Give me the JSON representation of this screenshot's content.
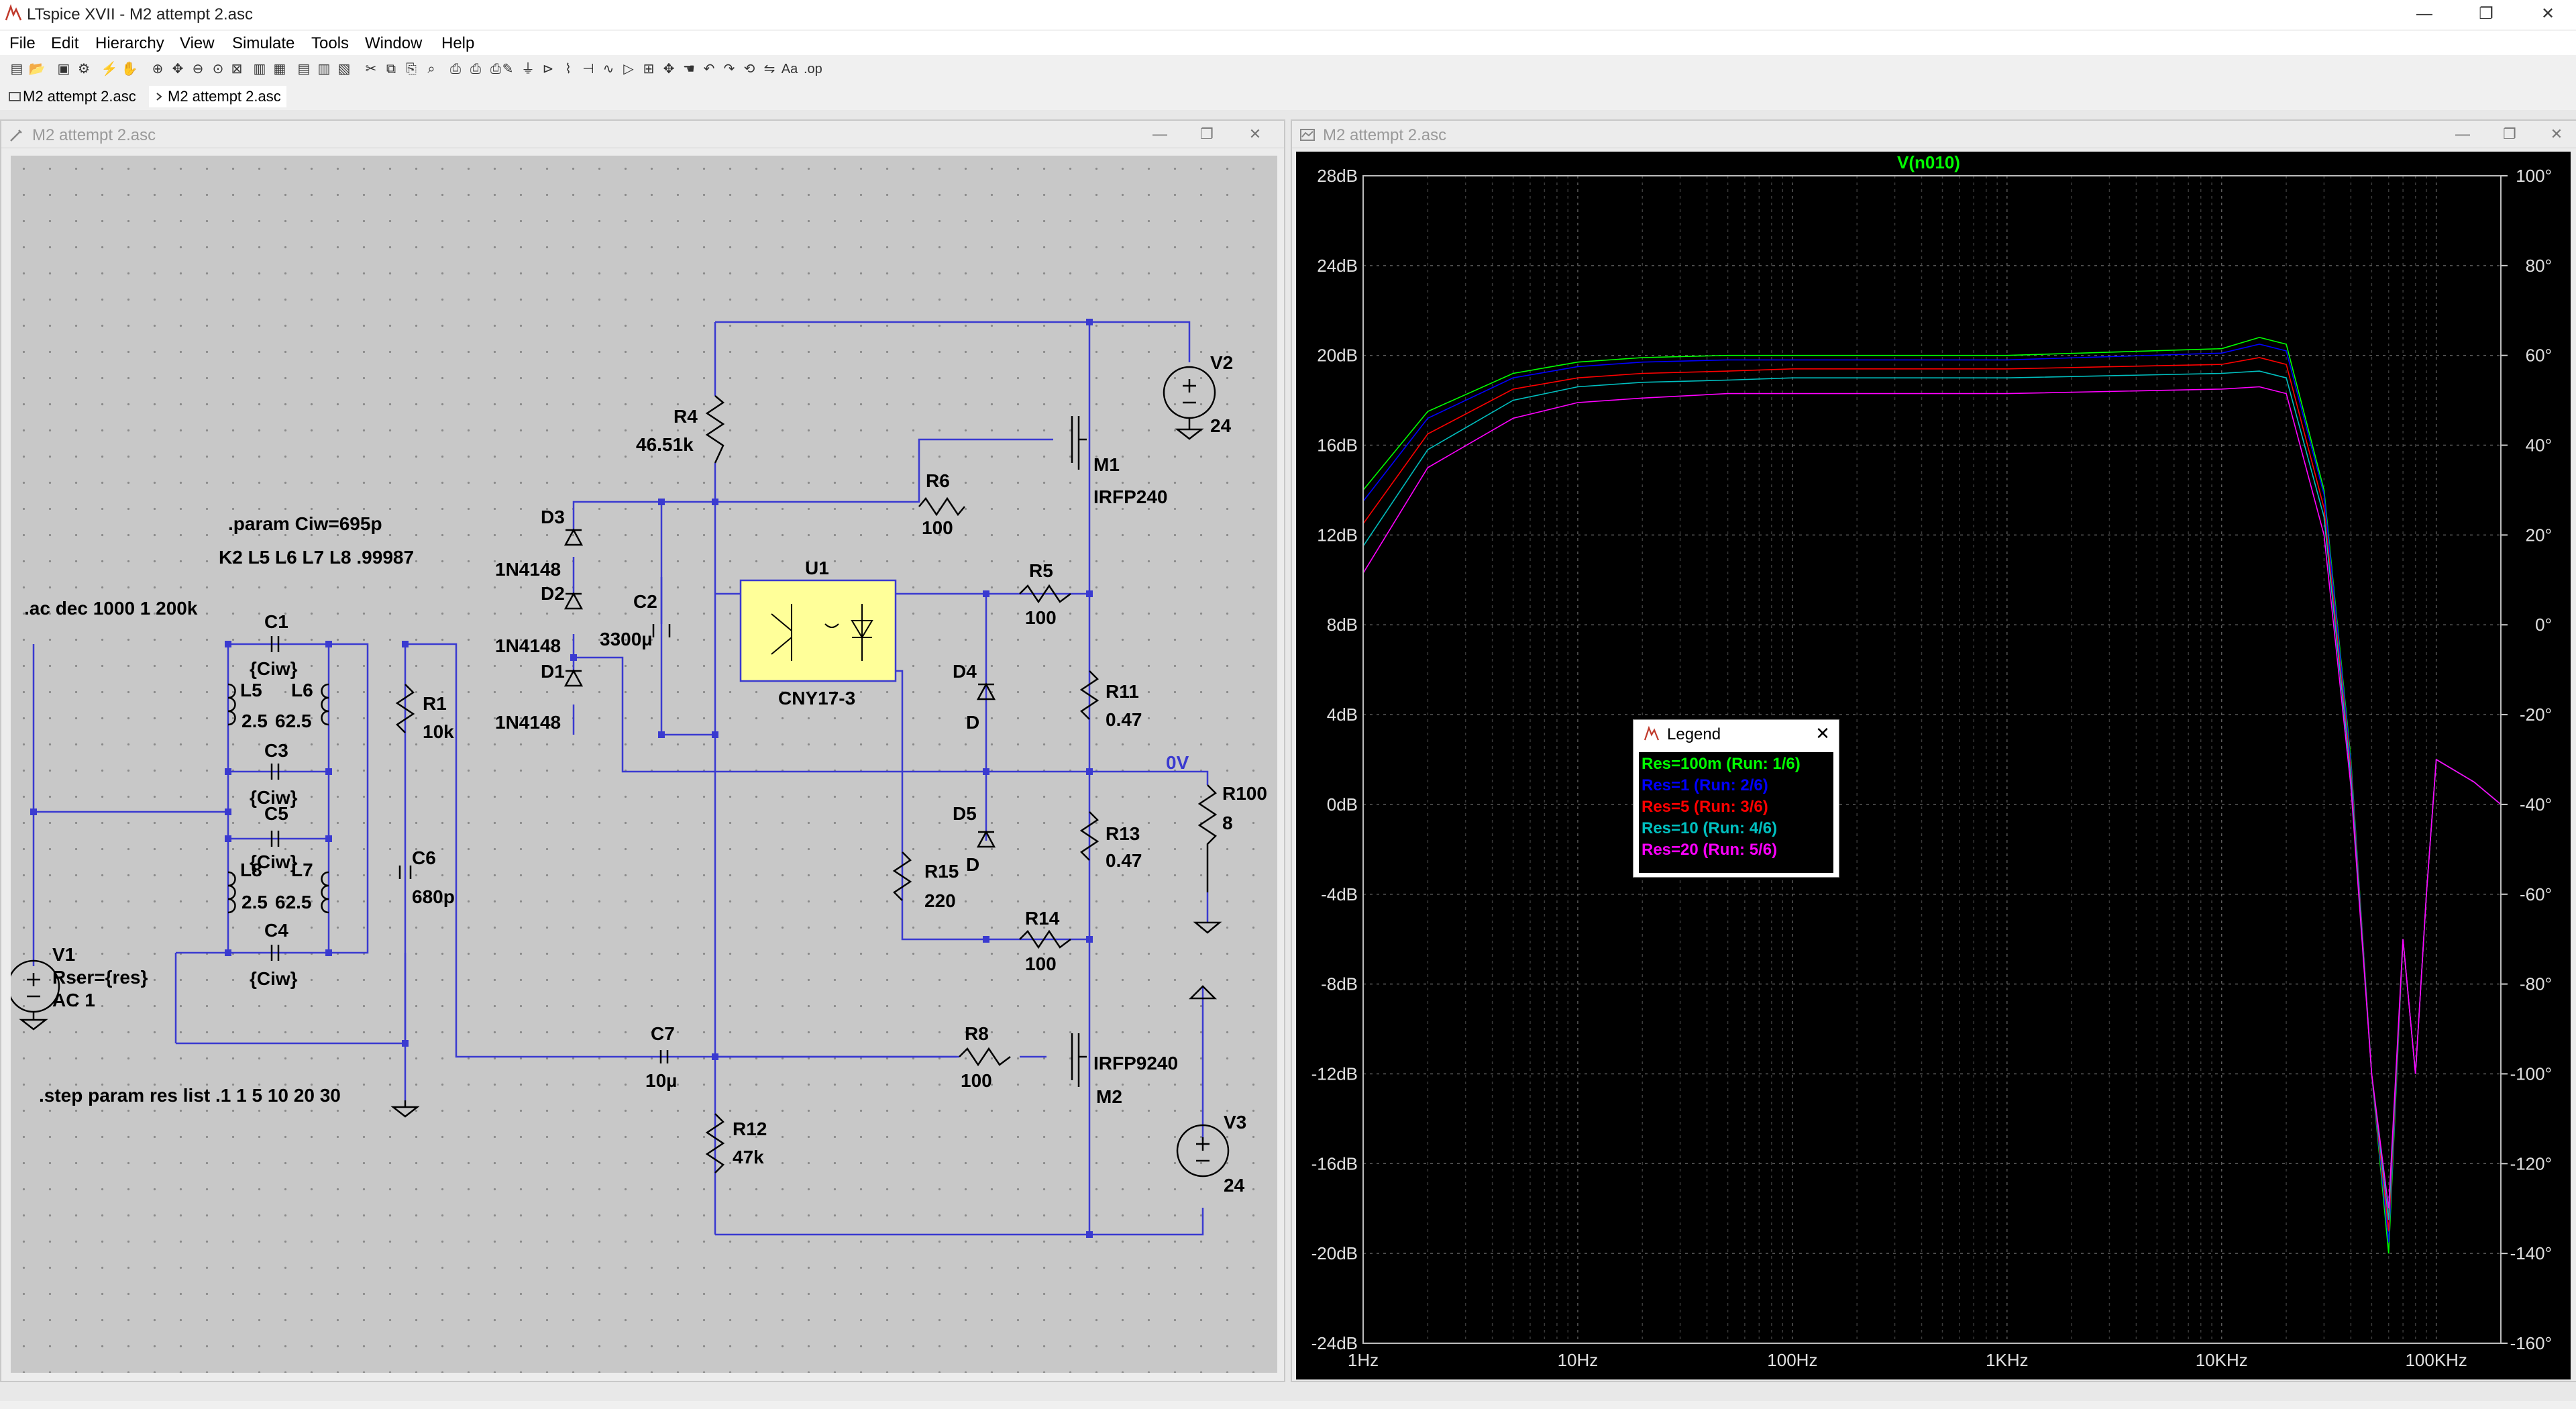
{
  "window": {
    "title": "LTspice XVII - M2 attempt 2.asc",
    "minimize": "—",
    "maximize": "❐",
    "close": "✕"
  },
  "menu": [
    "File",
    "Edit",
    "Hierarchy",
    "View",
    "Simulate",
    "Tools",
    "Window",
    "Help"
  ],
  "tabs": [
    {
      "label": "M2 attempt 2.asc",
      "icon": "schematic-icon"
    },
    {
      "label": "M2 attempt 2.asc",
      "icon": "waveform-icon"
    }
  ],
  "schematic": {
    "title": "M2 attempt 2.asc",
    "directives": {
      "param": ".param Ciw=695p",
      "coupling": "K2 L5 L6 L7 L8 .99987",
      "ac": ".ac dec 1000 1 200k",
      "step": ".step param res list .1 1 5 10 20 30"
    },
    "components": {
      "C1": {
        "name": "C1",
        "value": "{Ciw}"
      },
      "C3": {
        "name": "C3",
        "value": "{Ciw}"
      },
      "C5": {
        "name": "C5",
        "value": "{Ciw}"
      },
      "C4": {
        "name": "C4",
        "value": "{Ciw}"
      },
      "L5": {
        "name": "L5",
        "value": "2.5"
      },
      "L6": {
        "name": "L6",
        "value": "62.5"
      },
      "L8": {
        "name": "L8",
        "value": "2.5"
      },
      "L7": {
        "name": "L7",
        "value": "62.5"
      },
      "R1": {
        "name": "R1",
        "value": "10k"
      },
      "C6": {
        "name": "C6",
        "value": "680p"
      },
      "V1": {
        "name": "V1",
        "line2": "Rser={res}",
        "line3": "AC 1"
      },
      "R4": {
        "name": "R4",
        "value": "46.51k"
      },
      "D3": {
        "name": "D3",
        "value": "1N4148"
      },
      "D2": {
        "name": "D2",
        "value": "1N4148"
      },
      "D1": {
        "name": "D1",
        "value": "1N4148"
      },
      "C2": {
        "name": "C2",
        "value": "3300µ"
      },
      "R6": {
        "name": "R6",
        "value": "100"
      },
      "M1": {
        "name": "M1",
        "value": "IRFP240"
      },
      "V2": {
        "name": "V2",
        "value": "24"
      },
      "U1": {
        "name": "U1",
        "value": "CNY17-3"
      },
      "R5": {
        "name": "R5",
        "value": "100"
      },
      "D4": {
        "name": "D4",
        "value": "D"
      },
      "D5": {
        "name": "D5",
        "value": "D"
      },
      "R11": {
        "name": "R11",
        "value": "0.47"
      },
      "R13": {
        "name": "R13",
        "value": "0.47"
      },
      "R100": {
        "name": "R100",
        "value": "8"
      },
      "R15": {
        "name": "R15",
        "value": "220"
      },
      "R14": {
        "name": "R14",
        "value": "100"
      },
      "C7": {
        "name": "C7",
        "value": "10µ"
      },
      "R8": {
        "name": "R8",
        "value": "100"
      },
      "M2": {
        "name": "M2",
        "value": "IRFP9240"
      },
      "R12": {
        "name": "R12",
        "value": "47k"
      },
      "V3": {
        "name": "V3",
        "value": "24"
      }
    },
    "net_label": "0V"
  },
  "plot": {
    "title": "M2 attempt 2.asc",
    "legend": {
      "title": "Legend",
      "items": [
        {
          "label": "Res=100m  (Run: 1/6)",
          "color": "#00ff00"
        },
        {
          "label": "Res=1  (Run: 2/6)",
          "color": "#0000ff"
        },
        {
          "label": "Res=5  (Run: 3/6)",
          "color": "#ff0000"
        },
        {
          "label": "Res=10  (Run: 4/6)",
          "color": "#00c0c0"
        },
        {
          "label": "Res=20  (Run: 5/6)",
          "color": "#ff00ff"
        }
      ]
    }
  },
  "chart_data": {
    "type": "line",
    "title": "V(n010)",
    "x_scale": "log",
    "xlim": [
      1,
      200000
    ],
    "x_ticks": [
      "1Hz",
      "10Hz",
      "100Hz",
      "1KHz",
      "10KHz",
      "100KHz"
    ],
    "x_tick_values": [
      1,
      10,
      100,
      1000,
      10000,
      100000
    ],
    "ylim_left": [
      -24,
      28
    ],
    "y_ticks_left": [
      "28dB",
      "24dB",
      "20dB",
      "16dB",
      "12dB",
      "8dB",
      "4dB",
      "0dB",
      "-4dB",
      "-8dB",
      "-12dB",
      "-16dB",
      "-20dB",
      "-24dB"
    ],
    "ylim_right": [
      -160,
      100
    ],
    "y_ticks_right": [
      "100°",
      "80°",
      "60°",
      "40°",
      "20°",
      "0°",
      "-20°",
      "-40°",
      "-60°",
      "-80°",
      "-100°",
      "-120°",
      "-140°",
      "-160°"
    ],
    "grid": true,
    "legend_position": "center",
    "magnitude_x": [
      1,
      2,
      5,
      10,
      20,
      50,
      100,
      1000,
      10000,
      15000,
      20000,
      30000,
      40000,
      50000,
      60000,
      70000,
      80000,
      90000,
      100000,
      150000,
      200000
    ],
    "series": [
      {
        "name": "Res=100m  (Run: 1/6)",
        "color": "#00ff00",
        "magnitude_db": [
          14,
          17.5,
          19.2,
          19.7,
          19.9,
          20.0,
          20.0,
          20.0,
          20.3,
          20.8,
          20.5,
          14,
          2,
          -12,
          -20,
          -6,
          -12,
          -4,
          2,
          1,
          0
        ]
      },
      {
        "name": "Res=1  (Run: 2/6)",
        "color": "#0000ff",
        "magnitude_db": [
          13.5,
          17.2,
          19.0,
          19.5,
          19.7,
          19.8,
          19.8,
          19.8,
          20.1,
          20.5,
          20.2,
          13.8,
          1.8,
          -12,
          -19.5,
          -6,
          -12,
          -4,
          2,
          1,
          0
        ]
      },
      {
        "name": "Res=5  (Run: 3/6)",
        "color": "#ff0000",
        "magnitude_db": [
          12.5,
          16.5,
          18.5,
          19.0,
          19.2,
          19.3,
          19.4,
          19.4,
          19.6,
          19.9,
          19.6,
          13.2,
          1.5,
          -12,
          -19,
          -6,
          -12,
          -4,
          2,
          1,
          0
        ]
      },
      {
        "name": "Res=10  (Run: 4/6)",
        "color": "#00c0c0",
        "magnitude_db": [
          11.5,
          15.8,
          18.0,
          18.6,
          18.8,
          18.9,
          19.0,
          19.0,
          19.2,
          19.3,
          19.0,
          12.8,
          1.2,
          -12,
          -18.5,
          -6,
          -12,
          -4,
          2,
          1,
          0
        ]
      },
      {
        "name": "Res=20  (Run: 5/6)",
        "color": "#ff00ff",
        "magnitude_db": [
          10.3,
          15.0,
          17.2,
          17.9,
          18.1,
          18.3,
          18.3,
          18.3,
          18.5,
          18.6,
          18.3,
          12.0,
          0.8,
          -12,
          -18,
          -6,
          -12,
          -4,
          2,
          1,
          0
        ]
      }
    ]
  }
}
